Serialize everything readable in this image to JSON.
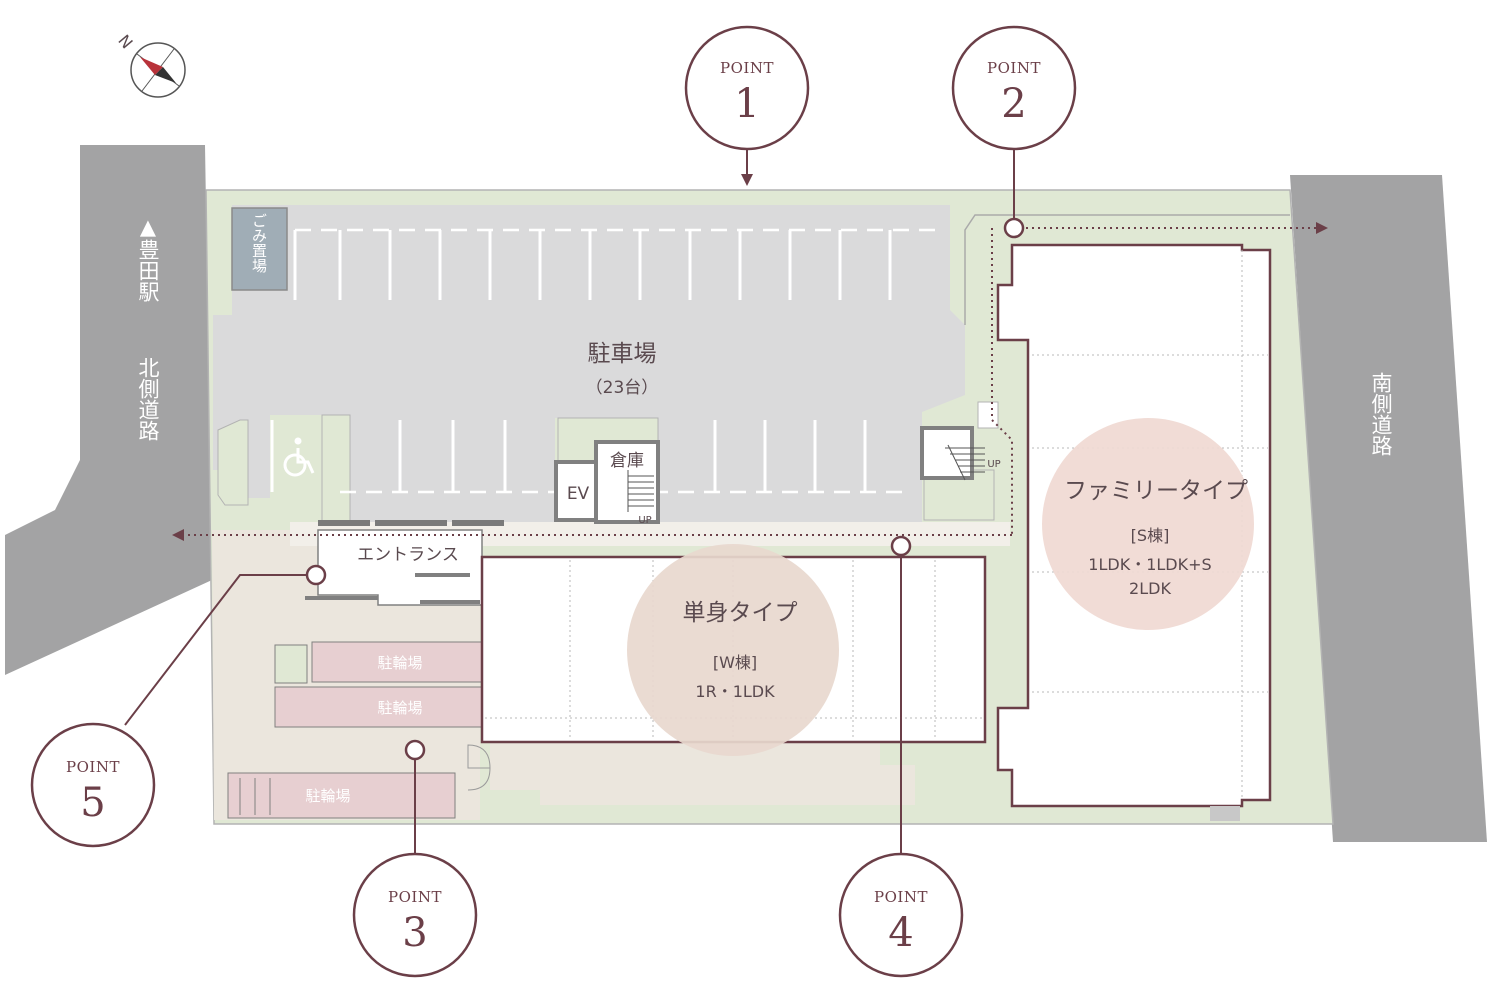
{
  "compass": {
    "north_label": "N"
  },
  "roads": {
    "north_station": "▲豊田駅",
    "north_road": "北側道路",
    "south_road": "南側道路"
  },
  "parking": {
    "title": "駐車場",
    "count": "（23台）"
  },
  "facilities": {
    "garbage": "ごみ置場",
    "storage": "倉庫",
    "ev": "EV",
    "up": "UP",
    "entrance": "エントランス",
    "bike_parking": "駐輪場"
  },
  "buildings": {
    "w": {
      "type": "単身タイプ",
      "name": "[W棟]",
      "plans": "1R・1LDK"
    },
    "s": {
      "type": "ファミリータイプ",
      "name": "[S棟]",
      "plans_line1": "1LDK・1LDK+S",
      "plans_line2": "2LDK"
    }
  },
  "points": [
    {
      "label": "POINT",
      "number": "1"
    },
    {
      "label": "POINT",
      "number": "2"
    },
    {
      "label": "POINT",
      "number": "3"
    },
    {
      "label": "POINT",
      "number": "4"
    },
    {
      "label": "POINT",
      "number": "5"
    }
  ],
  "colors": {
    "road": "#a3a3a4",
    "green": "#e0e8d4",
    "parking": "#dadadb",
    "beige": "#ebe6dd",
    "bike": "#e7cfd1",
    "garbage": "#a0adb6",
    "accent": "#6b3f48",
    "w_circle": "#e8d8ce",
    "s_circle": "#f0d9d3"
  }
}
